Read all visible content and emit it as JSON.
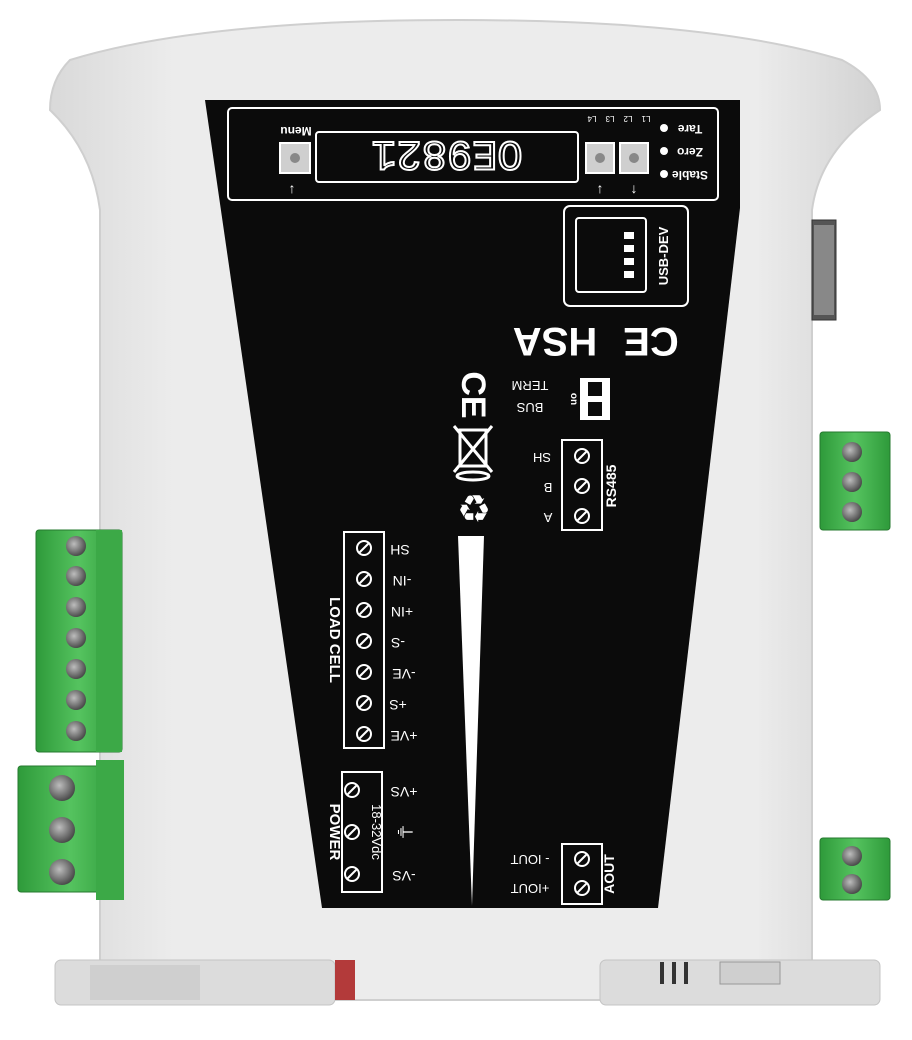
{
  "display": {
    "reading": "OE9821",
    "menu_label": "Menu",
    "leds": [
      "L1",
      "L2",
      "L3",
      "L4"
    ],
    "key_labels": [
      "↑",
      "↓"
    ],
    "status": [
      "Tare",
      "Zero",
      "Stable"
    ]
  },
  "usb": {
    "label": "USB-DEV"
  },
  "product": {
    "name": "HSA",
    "mark": "CE"
  },
  "bus_term": {
    "title": "TERM",
    "subtitle": "BUS",
    "switch_label": "on"
  },
  "rs485": {
    "title": "RS485",
    "pins": [
      "SH",
      "B",
      "A"
    ]
  },
  "load_cell": {
    "title": "LOAD CELL",
    "pins": [
      "SH",
      "-IN",
      "+IN",
      "-S",
      "-VE",
      "+S",
      "+VE"
    ]
  },
  "power": {
    "title": "POWER",
    "spec": "18-32Vdc",
    "pins": [
      "+VS",
      "⏚",
      "-VS"
    ]
  },
  "aout": {
    "title": "AOUT",
    "pins": [
      "- IOUT",
      "+IOUT"
    ]
  },
  "colors": {
    "housing": "#e6e6e6",
    "faceplate": "#0b0b0b",
    "terminal": "#3fb24a",
    "text": "#ffffff"
  }
}
